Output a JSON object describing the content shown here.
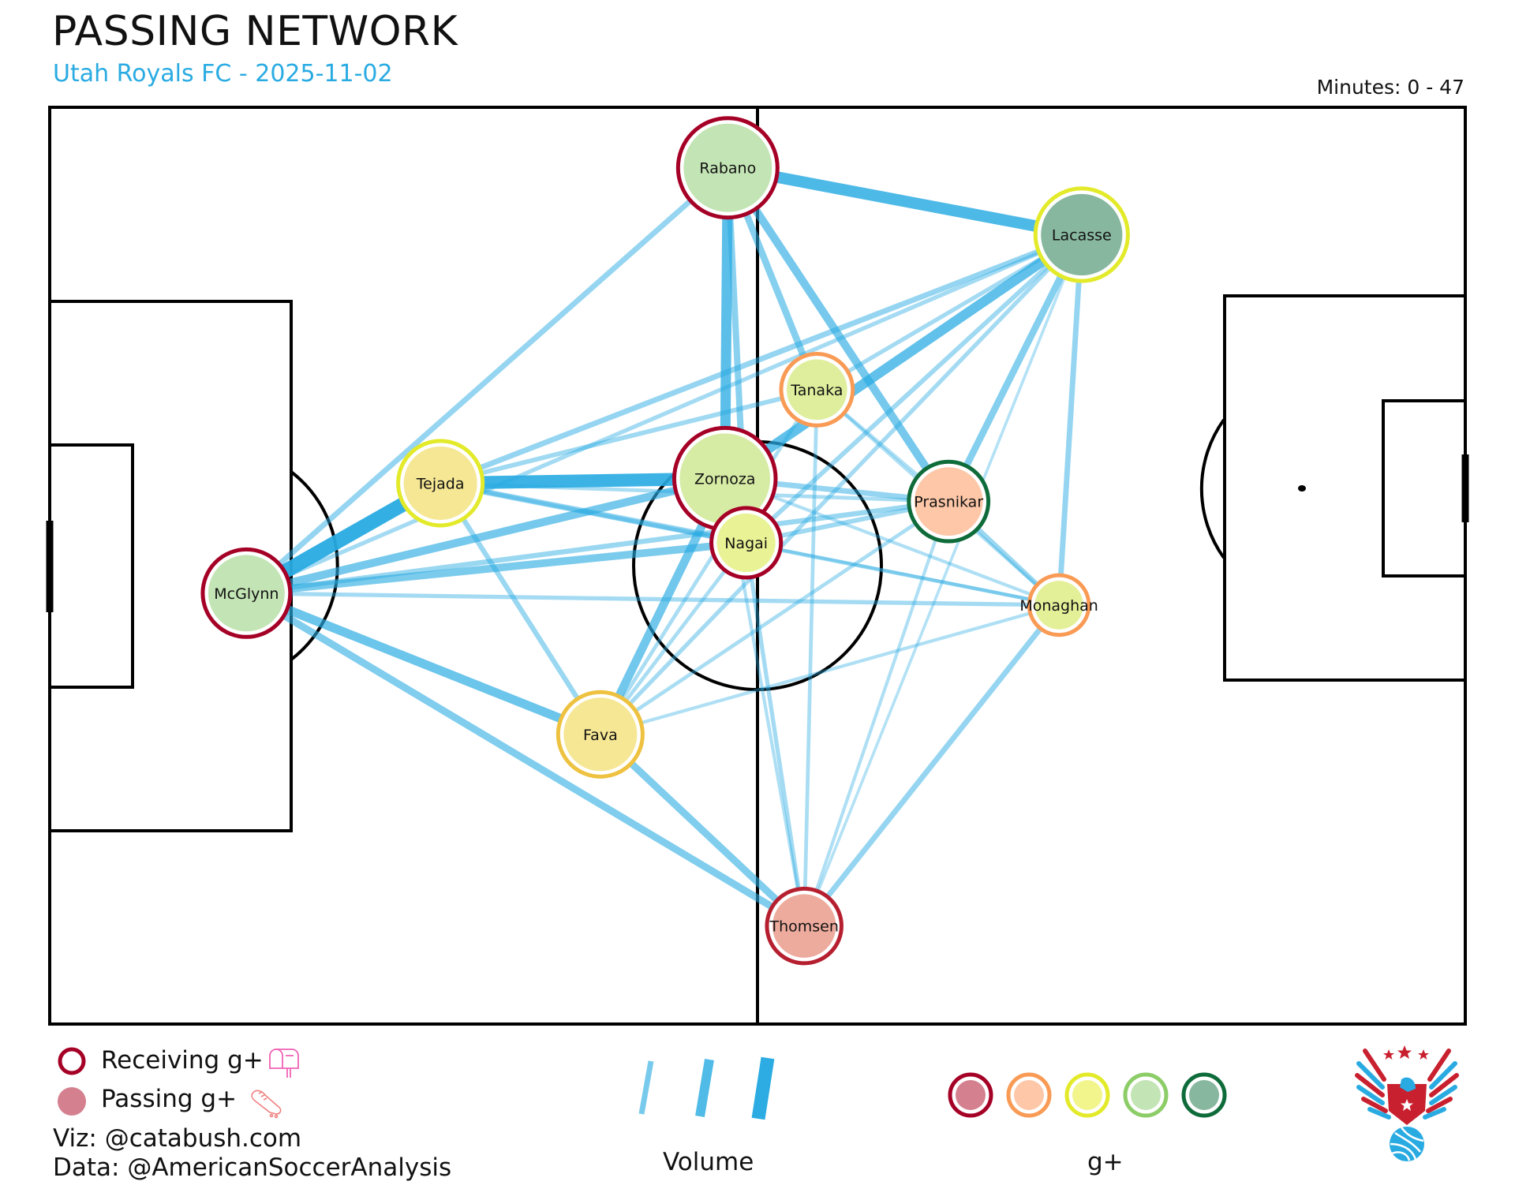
{
  "header": {
    "title": "PASSING NETWORK",
    "subtitle": "Utah Royals FC - 2025-11-02",
    "minutes": "Minutes: 0 - 47"
  },
  "colors": {
    "edge": "#29abe2",
    "subtitle": "#29abe2",
    "ring_white": "#ffffff",
    "scale": [
      {
        "ring": "#a50026",
        "fill": "#d4808f"
      },
      {
        "ring": "#f99a55",
        "fill": "#fdc7a8"
      },
      {
        "ring": "#e3ea2a",
        "fill": "#f2f58c"
      },
      {
        "ring": "#8ccd67",
        "fill": "#c3e4b4"
      },
      {
        "ring": "#0e6b3a",
        "fill": "#87b79f"
      }
    ]
  },
  "legend": {
    "receiving_label": "Receiving g+",
    "passing_label": "Passing g+",
    "receiving_icon": "mailbox-icon",
    "passing_icon": "cleat-icon",
    "volume_label": "Volume",
    "gplus_label": "g+",
    "volume_levels": [
      1,
      2,
      3
    ],
    "gplus_levels": [
      0,
      1,
      2,
      3,
      4
    ]
  },
  "credits": {
    "viz": "Viz: @catabush.com",
    "data": "Data: @AmericanSoccerAnalysis"
  },
  "chart_data": {
    "type": "network",
    "title": "PASSING NETWORK",
    "subtitle": "Utah Royals FC - 2025-11-02",
    "minutes_range": [
      0,
      47
    ],
    "pitch_units": "percent of pitch length (x) and width (y), attacking left to right",
    "nodes": [
      {
        "name": "Rabano",
        "x": 47.9,
        "y": 6.6,
        "size": 1.0,
        "passing_g": 3,
        "receiving_g": 0
      },
      {
        "name": "Lacasse",
        "x": 72.9,
        "y": 13.9,
        "size": 0.93,
        "passing_g": 4,
        "receiving_g": 2
      },
      {
        "name": "Tanaka",
        "x": 54.2,
        "y": 30.8,
        "size": 0.72,
        "passing_g": 2.4,
        "receiving_g": 1
      },
      {
        "name": "Zornoza",
        "x": 47.7,
        "y": 40.5,
        "size": 1.02,
        "passing_g": 2.6,
        "receiving_g": 0
      },
      {
        "name": "Nagai",
        "x": 49.2,
        "y": 47.5,
        "size": 0.7,
        "passing_g": 2.2,
        "receiving_g": 0
      },
      {
        "name": "Tejada",
        "x": 27.6,
        "y": 41.0,
        "size": 0.85,
        "passing_g": 1.7,
        "receiving_g": 2
      },
      {
        "name": "Prasnikar",
        "x": 63.5,
        "y": 43.0,
        "size": 0.8,
        "passing_g": 1,
        "receiving_g": 4
      },
      {
        "name": "McGlynn",
        "x": 13.9,
        "y": 53.0,
        "size": 0.88,
        "passing_g": 3,
        "receiving_g": 0
      },
      {
        "name": "Monaghan",
        "x": 71.3,
        "y": 54.3,
        "size": 0.6,
        "passing_g": 2.3,
        "receiving_g": 1
      },
      {
        "name": "Fava",
        "x": 38.9,
        "y": 68.4,
        "size": 0.85,
        "passing_g": 1.7,
        "receiving_g": 1.5
      },
      {
        "name": "Thomsen",
        "x": 53.3,
        "y": 89.3,
        "size": 0.75,
        "passing_g": 0.6,
        "receiving_g": 0.2
      }
    ],
    "edges": [
      {
        "a": "McGlynn",
        "b": "Tejada",
        "volume": 3.0
      },
      {
        "a": "Tejada",
        "b": "Zornoza",
        "volume": 2.6
      },
      {
        "a": "Rabano",
        "b": "Lacasse",
        "volume": 2.3
      },
      {
        "a": "Rabano",
        "b": "Zornoza",
        "volume": 2.0
      },
      {
        "a": "Lacasse",
        "b": "Zornoza",
        "volume": 1.9
      },
      {
        "a": "McGlynn",
        "b": "Fava",
        "volume": 1.7
      },
      {
        "a": "Fava",
        "b": "Zornoza",
        "volume": 1.6
      },
      {
        "a": "McGlynn",
        "b": "Zornoza",
        "volume": 1.5
      },
      {
        "a": "Rabano",
        "b": "Prasnikar",
        "volume": 1.5
      },
      {
        "a": "McGlynn",
        "b": "Nagai",
        "volume": 1.4
      },
      {
        "a": "McGlynn",
        "b": "Thomsen",
        "volume": 1.3
      },
      {
        "a": "Fava",
        "b": "Thomsen",
        "volume": 1.3
      },
      {
        "a": "Rabano",
        "b": "Tanaka",
        "volume": 1.2
      },
      {
        "a": "Lacasse",
        "b": "Prasnikar",
        "volume": 1.2
      },
      {
        "a": "Rabano",
        "b": "Nagai",
        "volume": 1.1
      },
      {
        "a": "Tejada",
        "b": "Nagai",
        "volume": 1.0
      },
      {
        "a": "Lacasse",
        "b": "Monaghan",
        "volume": 0.9
      },
      {
        "a": "McGlynn",
        "b": "Rabano",
        "volume": 0.9
      },
      {
        "a": "Lacasse",
        "b": "Tejada",
        "volume": 0.9
      },
      {
        "a": "Zornoza",
        "b": "Prasnikar",
        "volume": 0.9
      },
      {
        "a": "Monaghan",
        "b": "Thomsen",
        "volume": 0.9
      },
      {
        "a": "Tejada",
        "b": "Fava",
        "volume": 0.8
      },
      {
        "a": "Prasnikar",
        "b": "Monaghan",
        "volume": 0.8
      },
      {
        "a": "McGlynn",
        "b": "Prasnikar",
        "volume": 0.8
      },
      {
        "a": "Lacasse",
        "b": "Nagai",
        "volume": 0.7
      },
      {
        "a": "Tejada",
        "b": "Tanaka",
        "volume": 0.7
      },
      {
        "a": "Nagai",
        "b": "Prasnikar",
        "volume": 0.7
      },
      {
        "a": "Lacasse",
        "b": "Tanaka",
        "volume": 0.6
      },
      {
        "a": "Lacasse",
        "b": "McGlynn",
        "volume": 0.6
      },
      {
        "a": "McGlynn",
        "b": "Monaghan",
        "volume": 0.6
      },
      {
        "a": "Fava",
        "b": "Lacasse",
        "volume": 0.6
      },
      {
        "a": "Nagai",
        "b": "Thomsen",
        "volume": 0.6
      },
      {
        "a": "Tanaka",
        "b": "Thomsen",
        "volume": 0.5
      },
      {
        "a": "Tejada",
        "b": "Prasnikar",
        "volume": 0.5
      },
      {
        "a": "Tejada",
        "b": "Monaghan",
        "volume": 0.5
      },
      {
        "a": "Fava",
        "b": "Prasnikar",
        "volume": 0.5
      },
      {
        "a": "Fava",
        "b": "Nagai",
        "volume": 0.5
      },
      {
        "a": "Fava",
        "b": "Tanaka",
        "volume": 0.5
      },
      {
        "a": "Fava",
        "b": "Monaghan",
        "volume": 0.4
      },
      {
        "a": "Tanaka",
        "b": "Prasnikar",
        "volume": 0.4
      },
      {
        "a": "Zornoza",
        "b": "Monaghan",
        "volume": 0.4
      },
      {
        "a": "Prasnikar",
        "b": "Thomsen",
        "volume": 0.4
      },
      {
        "a": "Zornoza",
        "b": "Thomsen",
        "volume": 0.4
      },
      {
        "a": "Tanaka",
        "b": "Monaghan",
        "volume": 0.4
      },
      {
        "a": "Nagai",
        "b": "Monaghan",
        "volume": 0.4
      },
      {
        "a": "Lacasse",
        "b": "Thomsen",
        "volume": 0.3
      }
    ],
    "legend": {
      "node_ring": "Receiving g+",
      "node_fill": "Passing g+",
      "edge_width": "Volume",
      "color_scale": "g+"
    }
  }
}
